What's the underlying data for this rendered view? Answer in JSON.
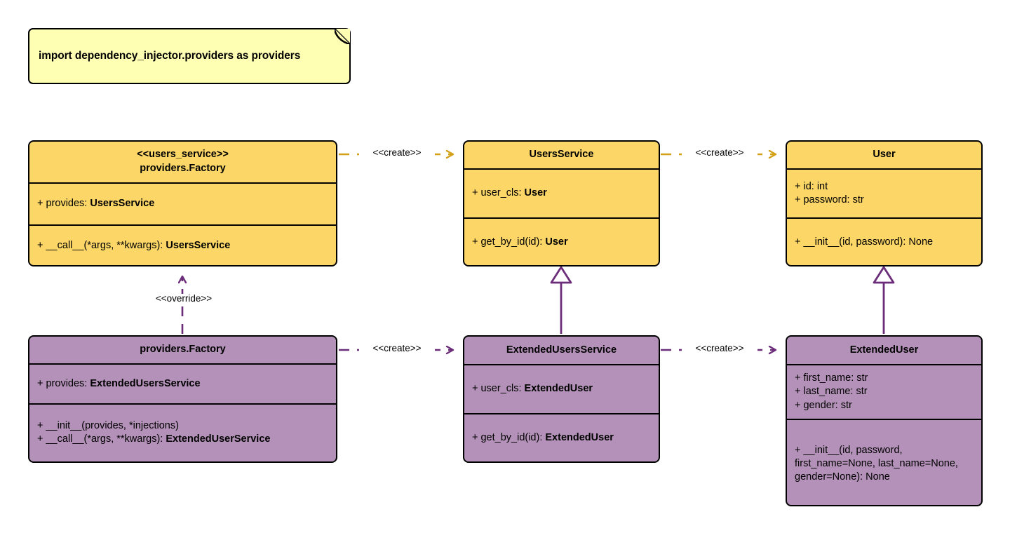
{
  "diagram": {
    "title": "Dependency Injector providers UML class diagram",
    "colors": {
      "note_fill": "#ffffb3",
      "yellow_fill": "#fcd667",
      "purple_fill": "#b391b8",
      "yellow_edge": "#d4a017",
      "purple_edge": "#6b2d7a",
      "border": "#000000",
      "background": "#ffffff"
    }
  },
  "note": {
    "text": "import dependency_injector.providers as providers"
  },
  "classes": {
    "users_service_factory": {
      "stereotype": "<<users_service>>",
      "name": "providers.Factory",
      "attributes": [
        {
          "prefix": "+ provides: ",
          "emphasis": "UsersService"
        }
      ],
      "methods": [
        {
          "prefix": "+ __call__(*args, **kwargs): ",
          "emphasis": "UsersService"
        }
      ]
    },
    "users_service": {
      "stereotype": "",
      "name": "UsersService",
      "attributes": [
        {
          "prefix": "+ user_cls: ",
          "emphasis": "User"
        }
      ],
      "methods": [
        {
          "prefix": "+ get_by_id(id): ",
          "emphasis": "User"
        }
      ]
    },
    "user": {
      "stereotype": "",
      "name": "User",
      "attributes": [
        {
          "prefix": "+ id: int",
          "emphasis": ""
        },
        {
          "prefix": "+ password: str",
          "emphasis": ""
        }
      ],
      "methods": [
        {
          "prefix": "+ __init__(id, password): None",
          "emphasis": ""
        }
      ]
    },
    "extended_factory": {
      "stereotype": "",
      "name": "providers.Factory",
      "attributes": [
        {
          "prefix": "+ provides: ",
          "emphasis": "ExtendedUsersService"
        }
      ],
      "methods": [
        {
          "prefix": "+ __init__(provides, *injections)",
          "emphasis": ""
        },
        {
          "prefix": "+ __call__(*args, **kwargs): ",
          "emphasis": "ExtendedUserService"
        }
      ]
    },
    "extended_users_service": {
      "stereotype": "",
      "name": "ExtendedUsersService",
      "attributes": [
        {
          "prefix": "+ user_cls: ",
          "emphasis": "ExtendedUser"
        }
      ],
      "methods": [
        {
          "prefix": "+ get_by_id(id): ",
          "emphasis": "ExtendedUser"
        }
      ]
    },
    "extended_user": {
      "stereotype": "",
      "name": "ExtendedUser",
      "attributes": [
        {
          "prefix": "+ first_name: str",
          "emphasis": ""
        },
        {
          "prefix": "+ last_name: str",
          "emphasis": ""
        },
        {
          "prefix": "+ gender: str",
          "emphasis": ""
        }
      ],
      "methods": [
        {
          "prefix": "+ __init__(id, password, first_name=None, last_name=None, gender=None): None",
          "emphasis": ""
        }
      ]
    }
  },
  "edges": {
    "create_top_left": {
      "label": "<<create>>",
      "kind": "dependency",
      "color": "#d4a017"
    },
    "create_top_right": {
      "label": "<<create>>",
      "kind": "dependency",
      "color": "#d4a017"
    },
    "create_bottom_left": {
      "label": "<<create>>",
      "kind": "dependency",
      "color": "#6b2d7a"
    },
    "create_bottom_right": {
      "label": "<<create>>",
      "kind": "dependency",
      "color": "#6b2d7a"
    },
    "override": {
      "label": "<<override>>",
      "kind": "dependency",
      "color": "#6b2d7a"
    },
    "inherit_users_service": {
      "label": "",
      "kind": "generalization",
      "color": "#6b2d7a"
    },
    "inherit_user": {
      "label": "",
      "kind": "generalization",
      "color": "#6b2d7a"
    }
  }
}
